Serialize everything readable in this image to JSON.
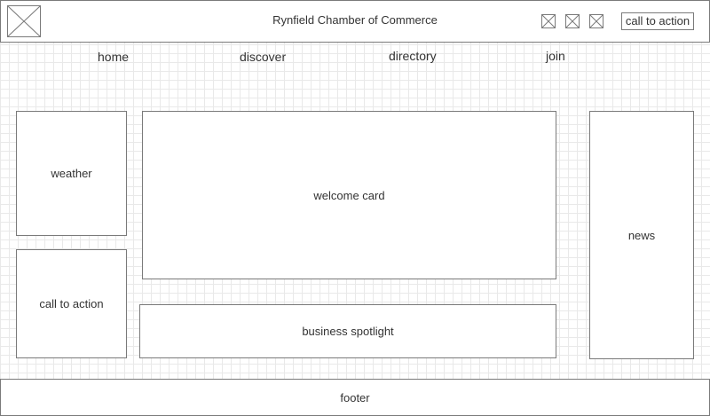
{
  "header": {
    "title": "Rynfield Chamber of Commerce",
    "logo_icon": "image-placeholder-icon",
    "icons": [
      "image-placeholder-icon",
      "image-placeholder-icon",
      "image-placeholder-icon"
    ],
    "cta_label": "call to action"
  },
  "nav": {
    "items": [
      {
        "label": "home"
      },
      {
        "label": "discover"
      },
      {
        "label": "directory"
      },
      {
        "label": "join"
      }
    ]
  },
  "panels": {
    "weather": "weather",
    "call_to_action": "call to action",
    "welcome_card": "welcome card",
    "business_spotlight": "business spotlight",
    "news": "news"
  },
  "footer": {
    "label": "footer"
  }
}
